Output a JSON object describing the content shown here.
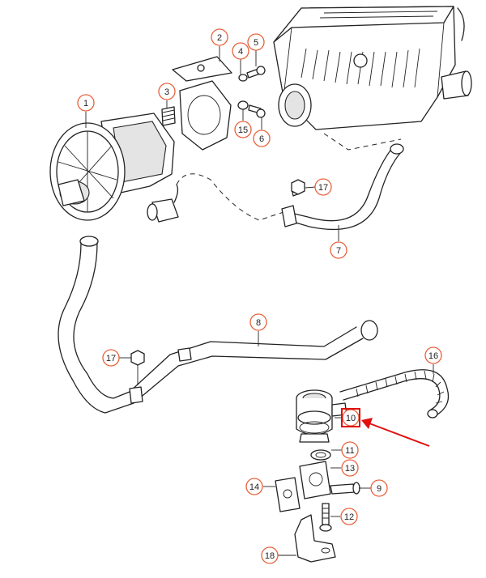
{
  "diagram": {
    "callouts": [
      {
        "id": "c1",
        "label": "1"
      },
      {
        "id": "c2",
        "label": "2"
      },
      {
        "id": "c3",
        "label": "3"
      },
      {
        "id": "c4",
        "label": "4"
      },
      {
        "id": "c5",
        "label": "5"
      },
      {
        "id": "c6",
        "label": "6"
      },
      {
        "id": "c7",
        "label": "7"
      },
      {
        "id": "c8",
        "label": "8"
      },
      {
        "id": "c9",
        "label": "9"
      },
      {
        "id": "c10",
        "label": "10"
      },
      {
        "id": "c11",
        "label": "11"
      },
      {
        "id": "c12",
        "label": "12"
      },
      {
        "id": "c13",
        "label": "13"
      },
      {
        "id": "c14",
        "label": "14"
      },
      {
        "id": "c15",
        "label": "15"
      },
      {
        "id": "c16",
        "label": "16"
      },
      {
        "id": "c17a",
        "label": "17"
      },
      {
        "id": "c17b",
        "label": "17"
      },
      {
        "id": "c18",
        "label": "18"
      }
    ],
    "highlight": {
      "label": "10",
      "color": "#e01010"
    },
    "callout_color": "#e8603a"
  }
}
